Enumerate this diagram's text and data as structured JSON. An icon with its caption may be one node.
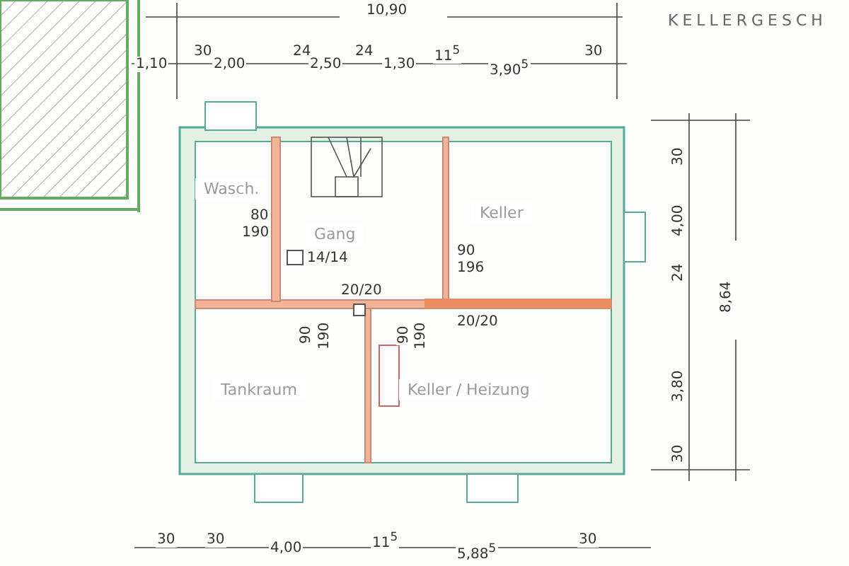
{
  "diagram": {
    "title": "KELLERGESCH",
    "nodes": [
      {
        "text": [
          "Wasch."
        ]
      },
      {
        "text": [
          "Gang"
        ]
      },
      {
        "text": [
          "Keller"
        ]
      },
      {
        "text": [
          "Tankraum"
        ]
      },
      {
        "text": [
          "Keller / Heizung"
        ]
      }
    ],
    "labels": [
      "10,90",
      "1,10",
      "30",
      "2,00",
      "24",
      "2,50",
      "24",
      "1,30",
      "11$^{5}$",
      "3,90$^{5}$",
      "30",
      "80",
      "190",
      "14/14",
      "90",
      "196",
      "20/20",
      "20/20",
      "90",
      "190",
      "90",
      "190",
      "30",
      "4,00",
      "24",
      "3,80",
      "30",
      "8,64",
      "30",
      "30",
      "4,00",
      "11$^{5}$",
      "5,88$^{5}$",
      "30"
    ]
  }
}
